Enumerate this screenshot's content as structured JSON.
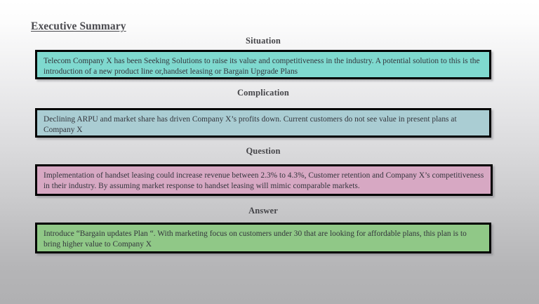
{
  "document": {
    "title": "Executive Summary"
  },
  "sections": [
    {
      "key": "situation",
      "heading": "Situation",
      "body": "Telecom Company X has been Seeking Solutions to raise its value and competitiveness in the industry. A potential solution to this is the introduction of a new product line or,handset leasing or Bargain Upgrade Plans",
      "fill_color": "#7fd9cf"
    },
    {
      "key": "complication",
      "heading": "Complication",
      "body": "Declining ARPU and market share  has driven Company X’s profits down. Current customers do not see value in present plans at Company X",
      "fill_color": "#aacdd3"
    },
    {
      "key": "question",
      "heading": "Question",
      "body": "Implementation of handset leasing could increase revenue between 2.3% to 4.3%, Customer retention and Company X’s competitiveness in their industry. By assuming market response to handset leasing will mimic comparable markets.",
      "fill_color": "#d7a8c3"
    },
    {
      "key": "answer",
      "heading": "Answer",
      "body": "Introduce “Bargain updates Plan “. With marketing focus on customers under 30 that are looking for affordable plans, this plan is to bring higher value to Company X",
      "fill_color": "#90c887"
    }
  ]
}
